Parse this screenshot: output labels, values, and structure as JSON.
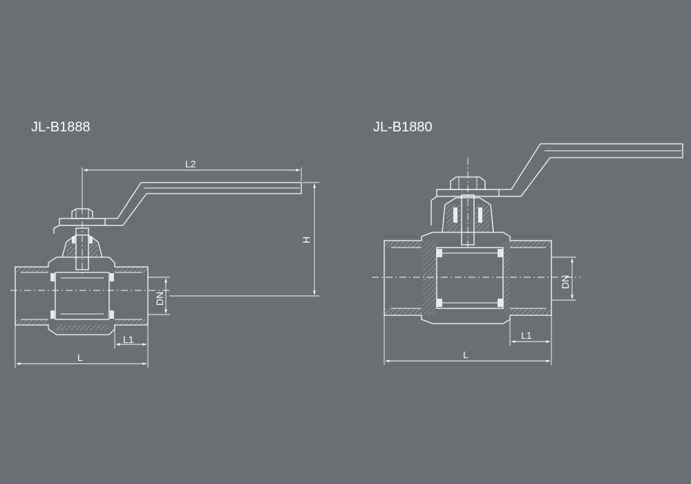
{
  "valves": [
    {
      "model": "JL-B1888",
      "dims": {
        "l2": "L2",
        "h": "H",
        "dn": "DN",
        "l1": "L1",
        "l": "L"
      }
    },
    {
      "model": "JL-B1880",
      "dims": {
        "dn": "DN",
        "l1": "L1",
        "l": "L"
      }
    }
  ],
  "colors": {
    "background": "#6b6e73",
    "line": "#ffffff"
  }
}
